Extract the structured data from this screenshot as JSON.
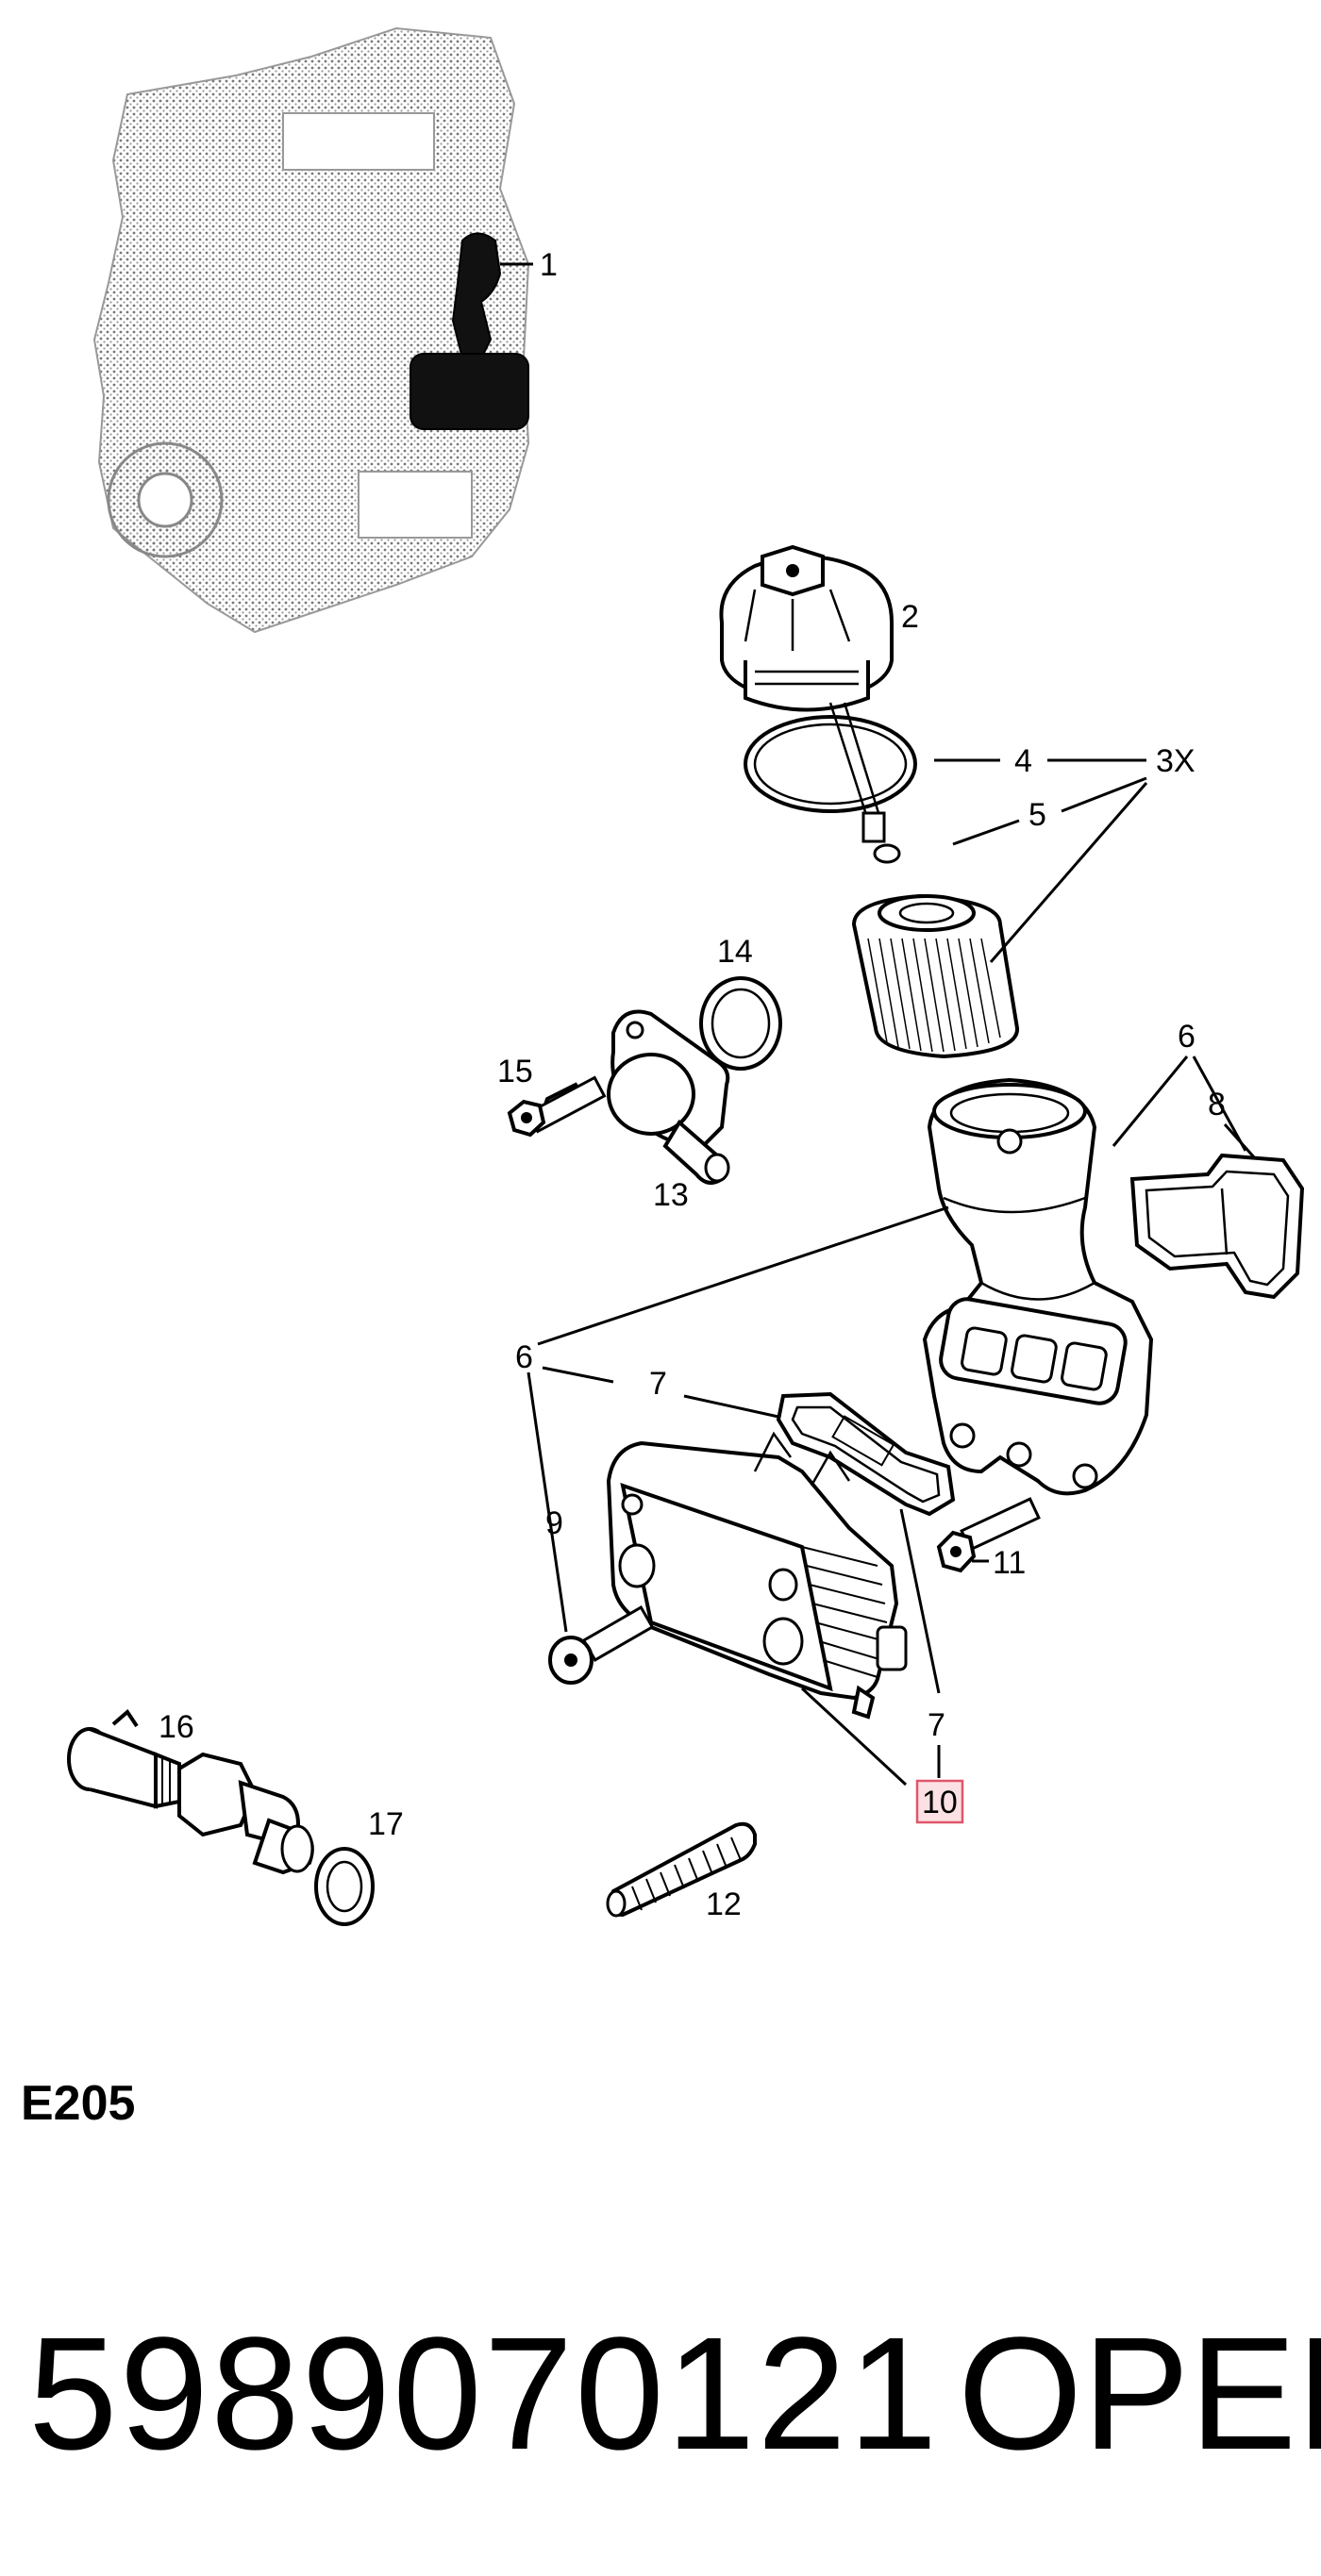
{
  "diagram": {
    "callouts": {
      "c1": "1",
      "c2": "2",
      "c3x": "3X",
      "c4": "4",
      "c5": "5",
      "c6a": "6",
      "c6b": "6",
      "c7a": "7",
      "c7b": "7",
      "c8": "8",
      "c9": "9",
      "c10": "10",
      "c11": "11",
      "c12": "12",
      "c13": "13",
      "c14": "14",
      "c15": "15",
      "c16": "16",
      "c17": "17"
    },
    "highlight_color": "#e0566a"
  },
  "footer": {
    "diagram_code": "E205",
    "part_number": "5989070121",
    "brand": "OPEL"
  }
}
